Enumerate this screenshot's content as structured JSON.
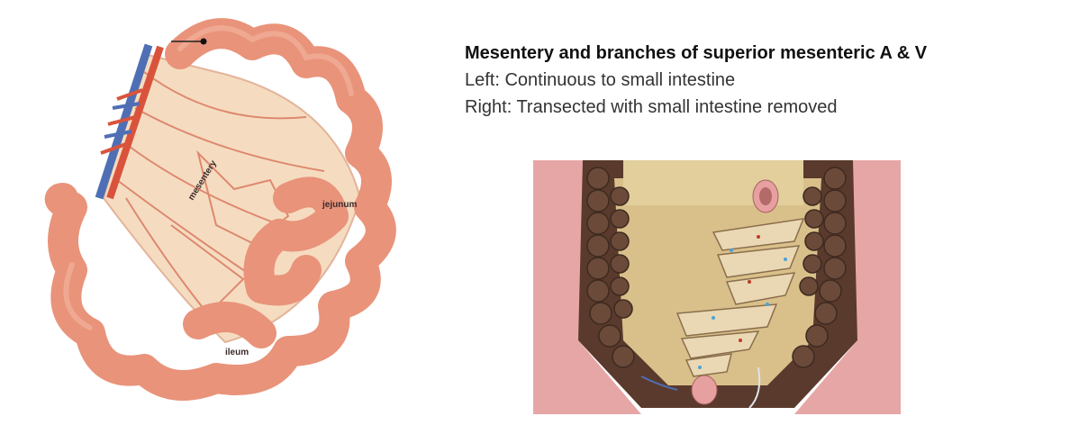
{
  "slide": {
    "title": "Mesentery and branches of superior mesenteric A & V",
    "lines": [
      "Left: Continuous to small intestine",
      "Right: Transected with small intestine removed"
    ]
  },
  "left_figure": {
    "labels": {
      "mesentery": "mesentery",
      "jejunum": "jejunum",
      "ileum": "ileum"
    }
  },
  "colors": {
    "intestine": "#e9937a",
    "mesentery": "#f5dcc0",
    "artery": "#d9533c",
    "vein": "#4f6fb5",
    "colon": "#6b4a3a",
    "muscle": "#e7a6a6"
  }
}
